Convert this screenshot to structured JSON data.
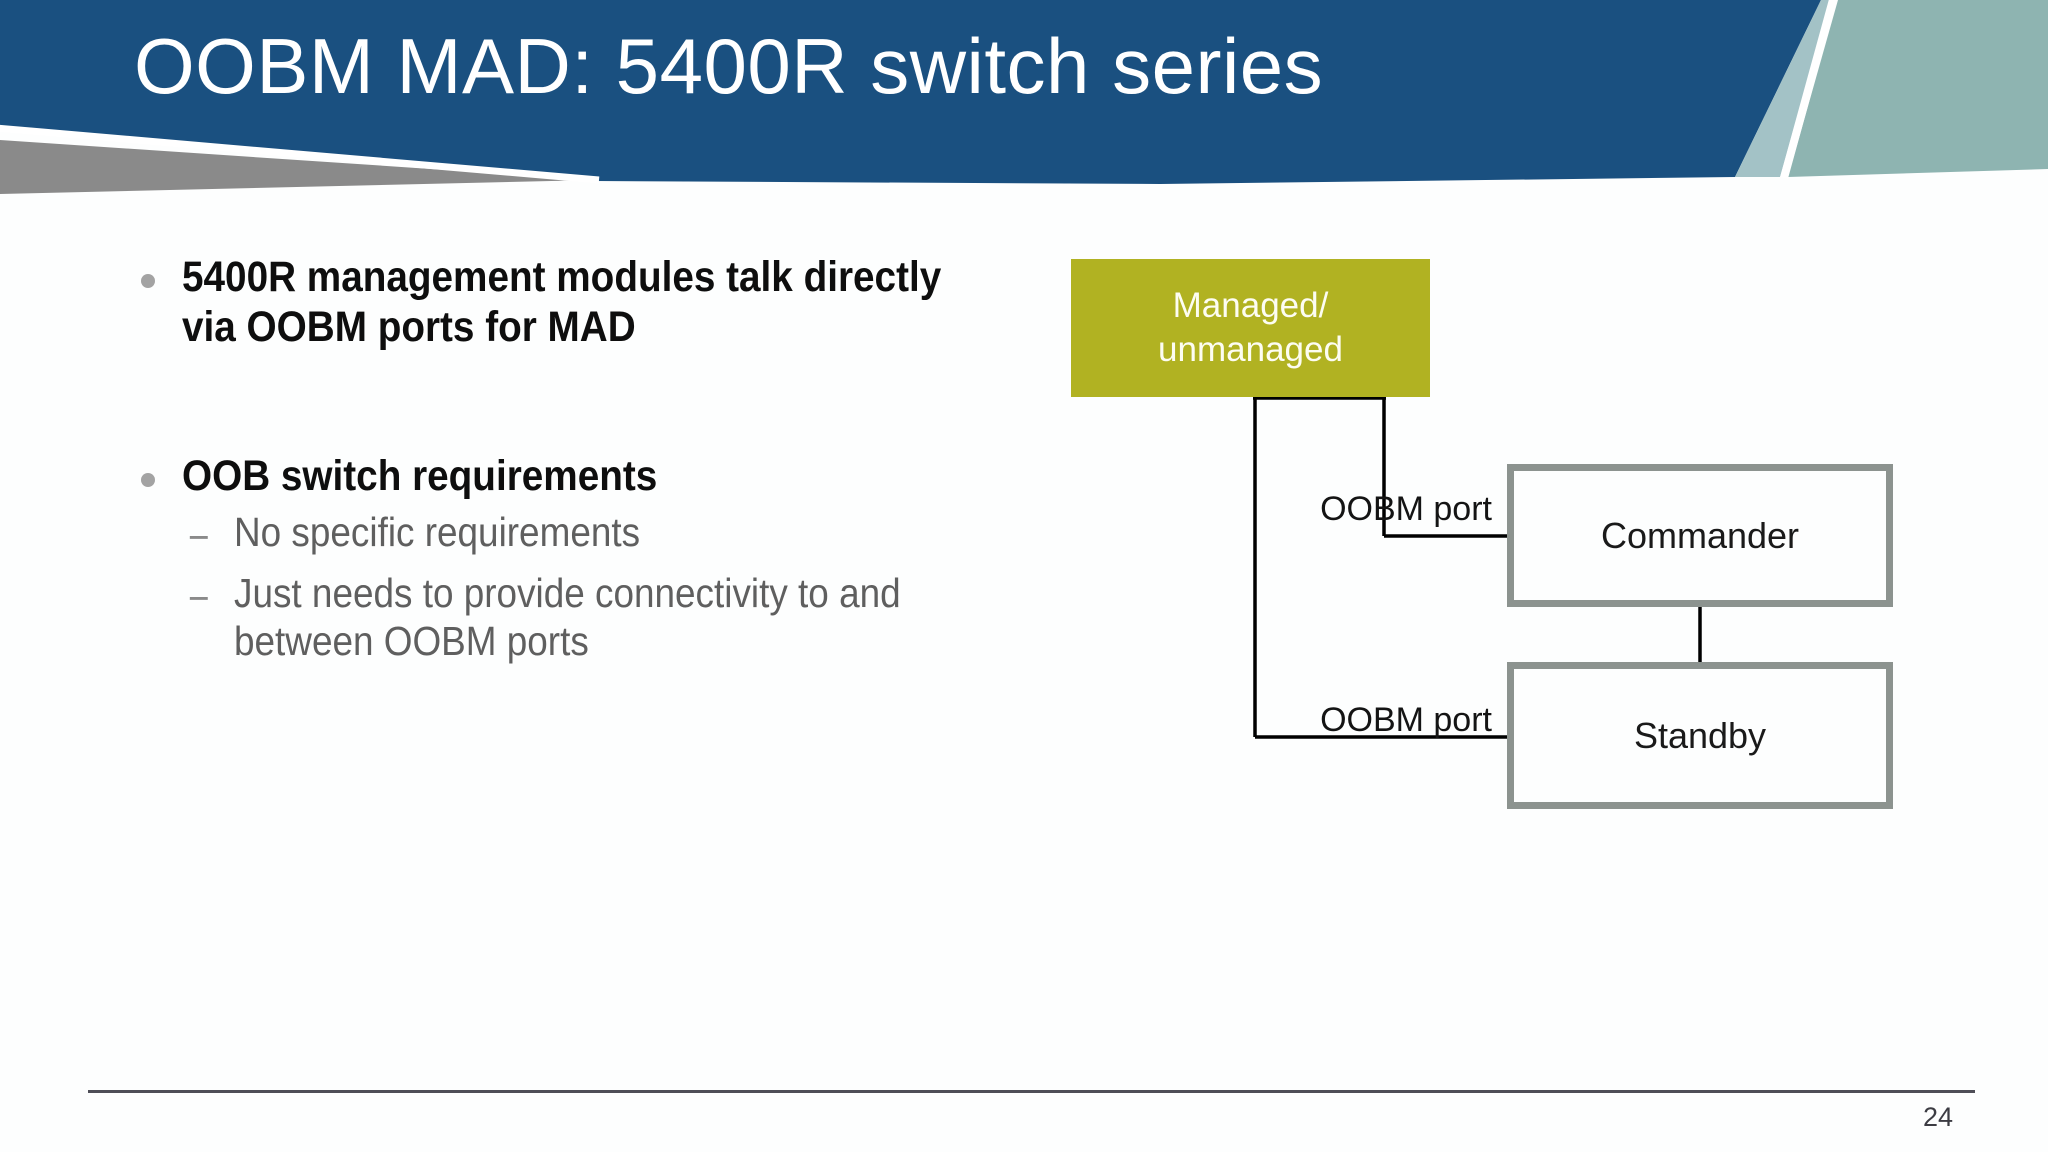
{
  "slide": {
    "title": "OOBM MAD: 5400R switch series",
    "page_number": "24"
  },
  "bullets": {
    "item1": {
      "line1": "5400R management modules talk directly",
      "line2": "via OOBM ports for MAD"
    },
    "item2": {
      "heading": "OOB switch requirements",
      "sub1": "No specific requirements",
      "sub2_line1": "Just needs to provide connectivity to and",
      "sub2_line2": "between OOBM ports"
    },
    "dash_marker": "−"
  },
  "diagram": {
    "managed_box": {
      "line1": "Managed/",
      "line2": "unmanaged"
    },
    "commander_label": "Commander",
    "standby_label": "Standby",
    "oobm_port_top": "OOBM port",
    "oobm_port_bottom": "OOBM port"
  },
  "colors": {
    "bg": "#fdfefe",
    "header_blue": "#1a5080",
    "header_teal": "#8eb4b1",
    "header_sliver": "#a3c2c6",
    "header_gray": "#8a8a8a",
    "olive": "#b1b222",
    "nodeborder": "#8c938f",
    "connector": "#000000",
    "dot": "#a3a3a3",
    "footer": "#4e4e57"
  }
}
